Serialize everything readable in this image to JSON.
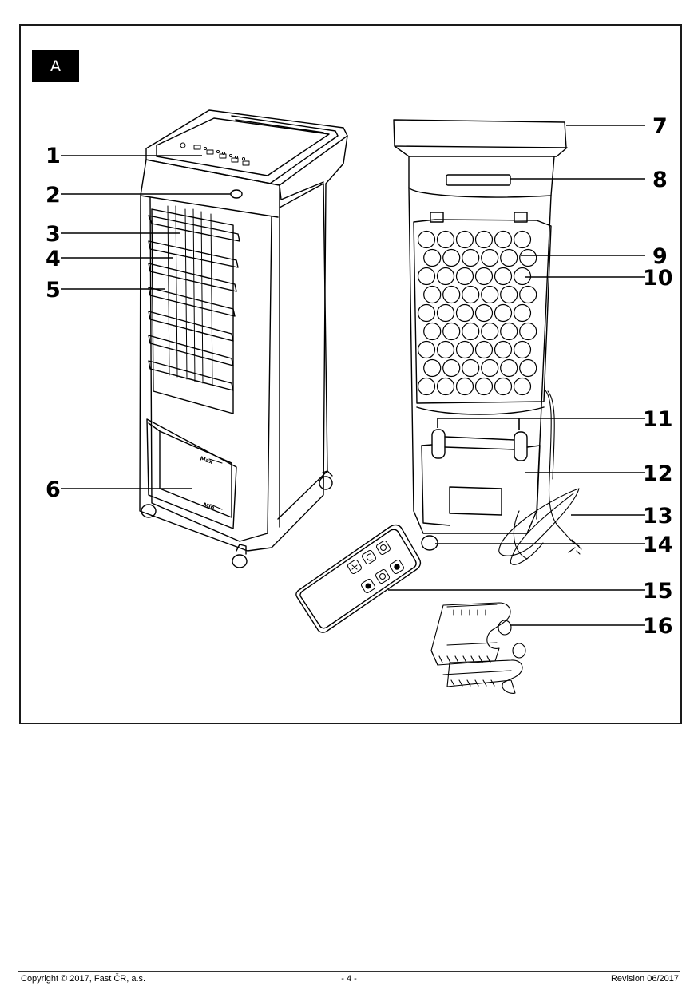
{
  "figure": {
    "section_label": "A",
    "front_view": {
      "water_level_marks": {
        "max_label": "Max",
        "min_label": "Min"
      }
    },
    "callouts": [
      {
        "number": "1",
        "part": "control-panel"
      },
      {
        "number": "2",
        "part": "remote-sensor"
      },
      {
        "number": "3",
        "part": "horizontal-louvres"
      },
      {
        "number": "4",
        "part": "vertical-louvres"
      },
      {
        "number": "5",
        "part": "air-outlet"
      },
      {
        "number": "6",
        "part": "water-tank-window"
      },
      {
        "number": "7",
        "part": "top-handle"
      },
      {
        "number": "8",
        "part": "rear-handle"
      },
      {
        "number": "9",
        "part": "air-filter"
      },
      {
        "number": "10",
        "part": "cooling-pad-cover"
      },
      {
        "number": "11",
        "part": "tank-latches"
      },
      {
        "number": "12",
        "part": "water-tank"
      },
      {
        "number": "13",
        "part": "power-cord"
      },
      {
        "number": "14",
        "part": "castor-wheel"
      },
      {
        "number": "15",
        "part": "remote-control"
      },
      {
        "number": "16",
        "part": "ice-packs"
      }
    ],
    "remote_buttons": [
      "swing-icon",
      "sleep-icon",
      "power-icon",
      "fan-speed-icon",
      "timer-icon",
      "cooling-icon"
    ]
  },
  "footer": {
    "copyright": "Copyright © 2017, Fast ČR, a.s.",
    "page_number": "- 4 -",
    "revision": "Revision 06/2017"
  }
}
